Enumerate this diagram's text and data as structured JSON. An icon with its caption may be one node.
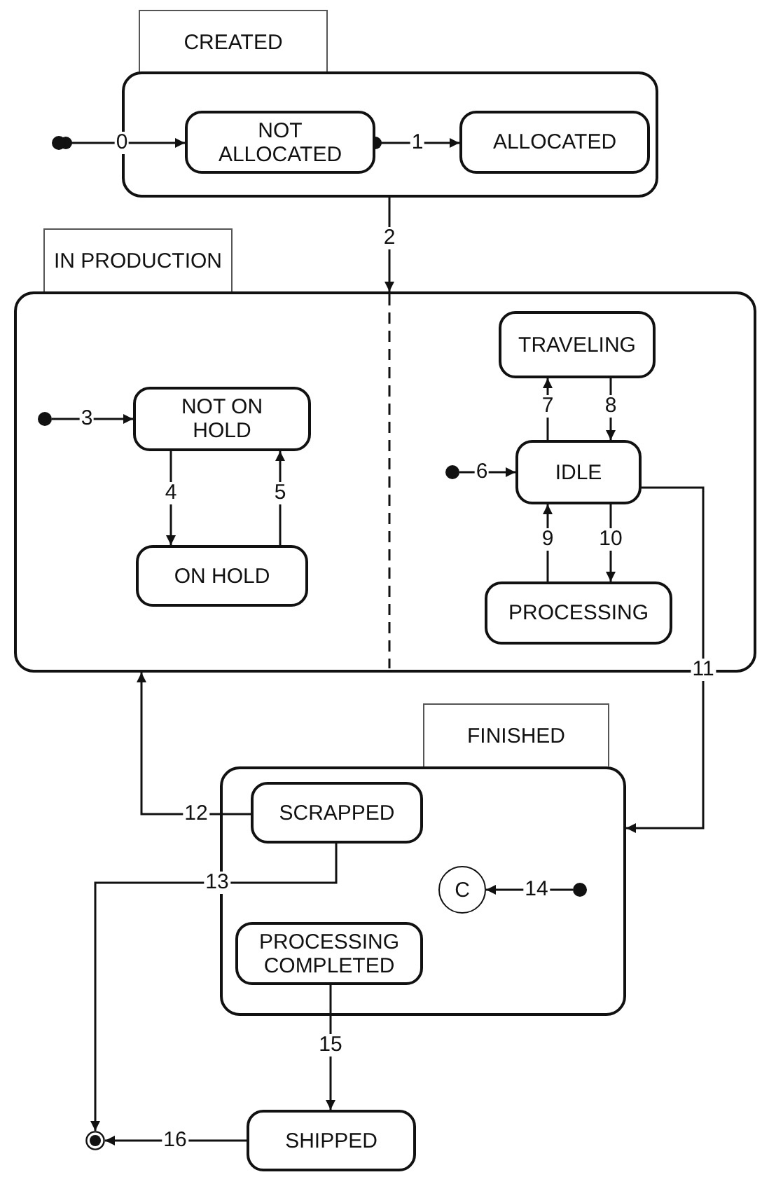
{
  "diagram": {
    "nodes": [
      {
        "text": [
          "CREATED"
        ]
      },
      {
        "text": [],
        "shape": "circle"
      },
      {
        "text": [
          "NOT ALLOCATED"
        ],
        "in": 0
      },
      {
        "text": [
          "ALLOCATED"
        ],
        "in": 0
      },
      {
        "text": [
          "IN PRODUCTION"
        ]
      },
      {
        "text": [],
        "shape": "circle",
        "in": 4
      },
      {
        "text": [
          "NOT ON HOLD"
        ],
        "in": 4
      },
      {
        "text": [
          "ON HOLD"
        ],
        "in": 4
      },
      {
        "text": [
          "TRAVELING"
        ],
        "in": 4
      },
      {
        "text": [],
        "shape": "circle",
        "in": 4
      },
      {
        "text": [
          "IDLE"
        ],
        "in": 4
      },
      {
        "text": [
          "PROCESSING"
        ],
        "in": 4
      },
      {
        "text": [
          "FINISHED"
        ]
      },
      {
        "text": [
          "SCRAPPED"
        ],
        "in": 12
      },
      {
        "text": [
          "C"
        ],
        "in": 12
      },
      {
        "text": [],
        "shape": "circle",
        "in": 12
      },
      {
        "text": [
          "PROCESSING COMPLETED"
        ],
        "in": 12
      },
      {
        "text": [
          "SHIPPED"
        ]
      },
      {
        "text": [],
        "shape": "circle"
      }
    ],
    "edges": [
      {
        "from": 1,
        "to": 2,
        "arrow": "to",
        "label": "0"
      },
      {
        "from": 2,
        "to": 3,
        "arrow": "to",
        "label": "1"
      },
      {
        "from": 0,
        "to": 4,
        "arrow": "to",
        "label": "2"
      },
      {
        "from": 5,
        "to": 6,
        "arrow": "to",
        "label": "3"
      },
      {
        "from": 6,
        "to": 7,
        "arrow": "to",
        "label": "4"
      },
      {
        "from": 7,
        "to": 6,
        "arrow": "to",
        "label": "5"
      },
      {
        "from": 9,
        "to": 10,
        "arrow": "to",
        "label": "6"
      },
      {
        "from": 10,
        "to": 8,
        "arrow": "to",
        "label": "7"
      },
      {
        "from": 8,
        "to": 10,
        "arrow": "to",
        "label": "8"
      },
      {
        "from": 11,
        "to": 10,
        "arrow": "to",
        "label": "9"
      },
      {
        "from": 10,
        "to": 11,
        "arrow": "to",
        "label": "10"
      },
      {
        "from": 10,
        "to": 12,
        "arrow": "to",
        "label": "11"
      },
      {
        "from": 13,
        "to": 4,
        "arrow": "to",
        "label": "12"
      },
      {
        "from": 13,
        "to": 18,
        "arrow": "to",
        "label": "13"
      },
      {
        "from": 15,
        "to": 14,
        "arrow": "to",
        "label": "14"
      },
      {
        "from": 16,
        "to": 17,
        "arrow": "to",
        "label": "15"
      },
      {
        "from": 17,
        "to": 18,
        "arrow": "to",
        "label": "16"
      }
    ]
  }
}
